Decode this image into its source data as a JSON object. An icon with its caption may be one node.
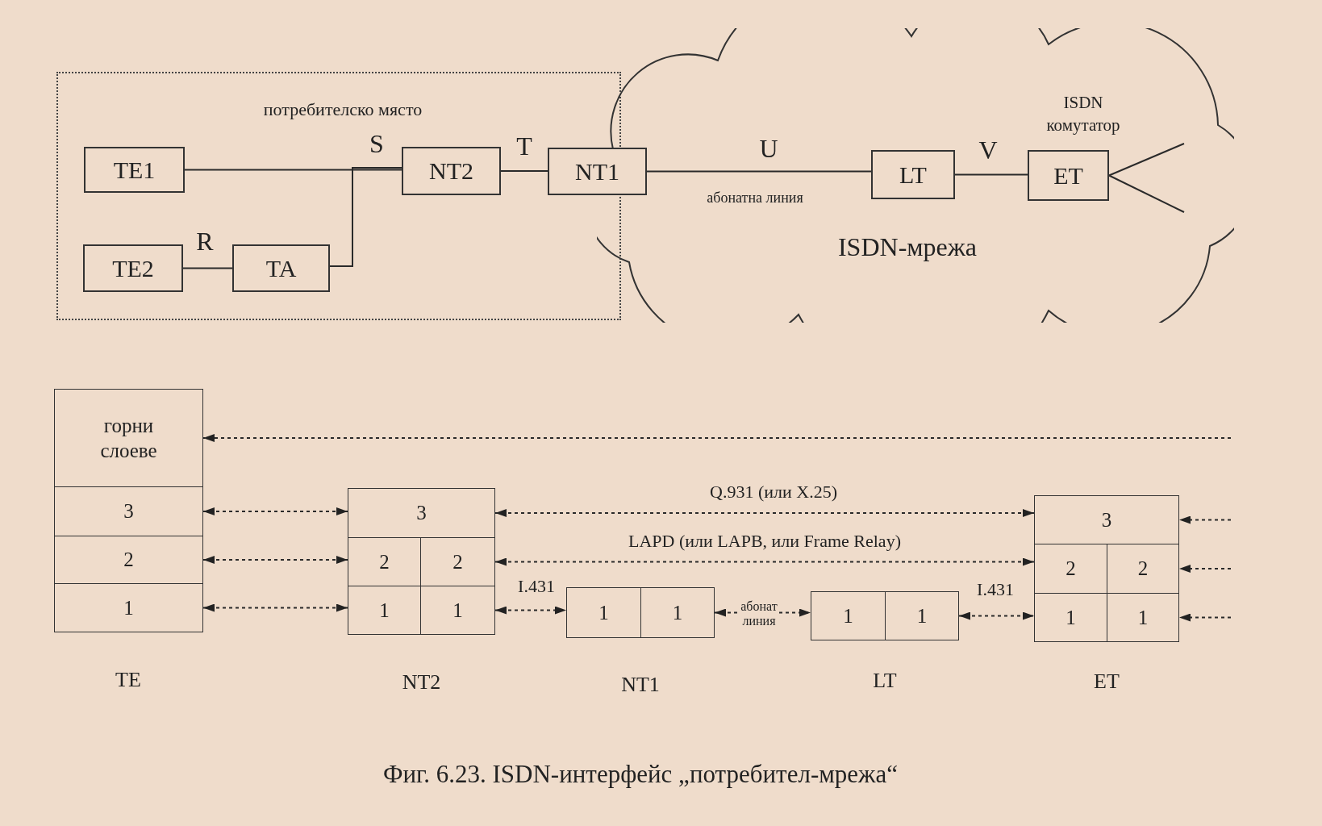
{
  "diagram": {
    "caption": "Фиг. 6.23. ISDN-интерфейс „потребител-мрежа“",
    "nodes": [
      {
        "text": [
          "потребителско място"
        ]
      },
      {
        "text": [
          "TE1"
        ],
        "in": 0
      },
      {
        "text": [
          "NT2"
        ],
        "in": 0
      },
      {
        "text": [
          "TE2"
        ],
        "in": 0
      },
      {
        "text": [
          "TA"
        ],
        "in": 0
      },
      {
        "text": [
          "NT1"
        ]
      },
      {
        "text": [
          "ISDN-мрежа"
        ]
      },
      {
        "text": [
          "LT"
        ],
        "in": 6
      },
      {
        "text": [
          "ET"
        ],
        "in": 6,
        "beside": [
          "ISDN комутатор"
        ]
      },
      {
        "text": [
          "TE"
        ]
      },
      {
        "text": [
          "горни слоеве"
        ],
        "in": 9
      },
      {
        "text": [
          "3"
        ],
        "in": 9
      },
      {
        "text": [
          "2"
        ],
        "in": 9
      },
      {
        "text": [
          "1"
        ],
        "in": 9
      },
      {
        "text": [
          "NT2"
        ]
      },
      {
        "text": [
          "3"
        ],
        "in": 14
      },
      {
        "text": [
          "2"
        ],
        "in": 14
      },
      {
        "text": [
          "2"
        ],
        "in": 14
      },
      {
        "text": [
          "1"
        ],
        "in": 14
      },
      {
        "text": [
          "1"
        ],
        "in": 14
      },
      {
        "text": [
          "NT1"
        ]
      },
      {
        "text": [
          "1"
        ],
        "in": 20
      },
      {
        "text": [
          "1"
        ],
        "in": 20
      },
      {
        "text": [
          "LT"
        ]
      },
      {
        "text": [
          "1"
        ],
        "in": 23
      },
      {
        "text": [
          "1"
        ],
        "in": 23
      },
      {
        "text": [
          "ET"
        ]
      },
      {
        "text": [
          "3"
        ],
        "in": 26
      },
      {
        "text": [
          "2"
        ],
        "in": 26
      },
      {
        "text": [
          "2"
        ],
        "in": 26
      },
      {
        "text": [
          "1"
        ],
        "in": 26
      },
      {
        "text": [
          "1"
        ],
        "in": 26
      }
    ],
    "edges": [
      {
        "from": 1,
        "to": 2,
        "arrow": "none",
        "label": "S"
      },
      {
        "from": 4,
        "to": 2,
        "arrow": "none"
      },
      {
        "from": 3,
        "to": 4,
        "arrow": "none",
        "label": "R"
      },
      {
        "from": 2,
        "to": 5,
        "arrow": "none",
        "label": "T"
      },
      {
        "from": 5,
        "to": 7,
        "arrow": "none",
        "label": "U"
      },
      {
        "from": 7,
        "to": 8,
        "arrow": "none",
        "label": "V"
      },
      {
        "from": 8,
        "to": null,
        "arrow": "none"
      },
      {
        "from": 8,
        "to": null,
        "arrow": "none"
      },
      {
        "from": null,
        "to": 10,
        "arrow": "to",
        "style": "dashed"
      },
      {
        "from": 11,
        "to": 15,
        "arrow": "both",
        "style": "dashed"
      },
      {
        "from": 12,
        "to": 16,
        "arrow": "both",
        "style": "dashed"
      },
      {
        "from": 13,
        "to": 18,
        "arrow": "both",
        "style": "dashed"
      },
      {
        "from": 15,
        "to": 27,
        "arrow": "both",
        "style": "dashed",
        "label": "Q.931 (или X.25)"
      },
      {
        "from": 17,
        "to": 28,
        "arrow": "both",
        "style": "dashed",
        "label": "LAPD (или LAPB, или Frame Relay)"
      },
      {
        "from": 19,
        "to": 21,
        "arrow": "both",
        "style": "dashed",
        "label": "I.431"
      },
      {
        "from": 22,
        "to": 24,
        "arrow": "both",
        "style": "dashed",
        "label": "абонат линия"
      },
      {
        "from": 25,
        "to": 30,
        "arrow": "both",
        "style": "dashed",
        "label": "I.431"
      },
      {
        "from": null,
        "to": 27,
        "arrow": "to",
        "style": "dashed"
      },
      {
        "from": null,
        "to": 29,
        "arrow": "to",
        "style": "dashed"
      },
      {
        "from": null,
        "to": 31,
        "arrow": "to",
        "style": "dashed"
      }
    ],
    "labels": [
      "абонатна линия"
    ]
  }
}
